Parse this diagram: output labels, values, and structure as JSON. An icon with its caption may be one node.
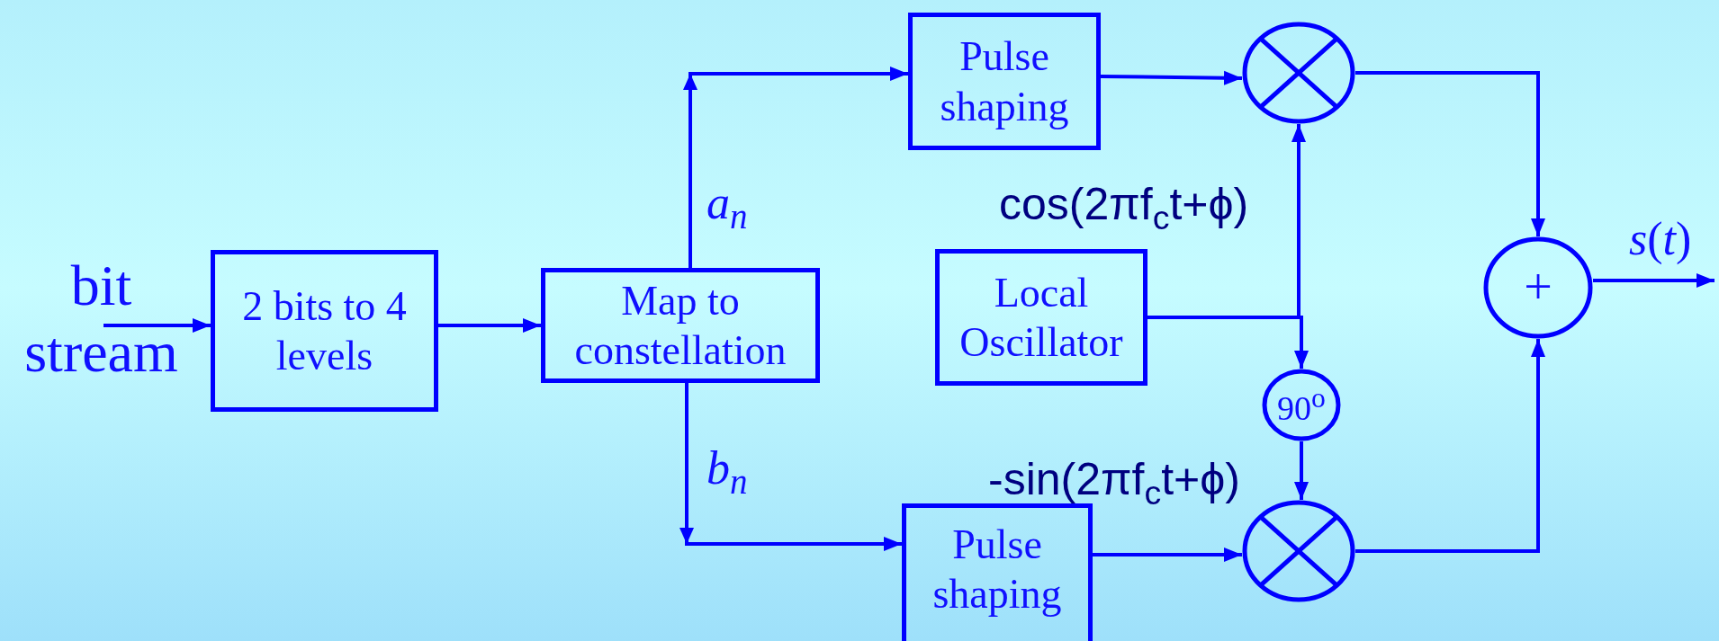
{
  "diagram": {
    "nodes": [
      {
        "text": [
          "bit stream"
        ]
      },
      {
        "text": [
          "2 bits to 4 levels"
        ]
      },
      {
        "text": [
          "Map to constellation"
        ]
      },
      {
        "text": [
          "Pulse shaping"
        ]
      },
      {
        "text": [],
        "shape": "circle"
      },
      {
        "text": [
          "Local Oscillator"
        ]
      },
      {
        "text": [
          "90$^{o}$"
        ]
      },
      {
        "text": [
          "Pulse shaping"
        ]
      },
      {
        "text": [],
        "shape": "circle"
      },
      {
        "text": [
          "+"
        ]
      }
    ],
    "edges": [
      {
        "from": 0,
        "to": 1,
        "arrow": "to"
      },
      {
        "from": 1,
        "to": 2,
        "arrow": "to"
      },
      {
        "from": 2,
        "to": 3,
        "arrow": "to",
        "label": "a$_{n}$"
      },
      {
        "from": 3,
        "to": 4,
        "arrow": "to"
      },
      {
        "from": 5,
        "to": 4,
        "arrow": "to",
        "label": "cos(2πf$_{c}$t+ϕ)"
      },
      {
        "from": 5,
        "to": 6,
        "arrow": "to"
      },
      {
        "from": 6,
        "to": 8,
        "arrow": "to",
        "label": "-sin(2πf$_{c}$t+ϕ)"
      },
      {
        "from": 2,
        "to": 7,
        "arrow": "to",
        "label": "b$_{n}$"
      },
      {
        "from": 7,
        "to": 8,
        "arrow": "to"
      },
      {
        "from": 4,
        "to": 9,
        "arrow": "to"
      },
      {
        "from": 8,
        "to": 9,
        "arrow": "to"
      },
      {
        "from": 9,
        "to": null,
        "arrow": "to",
        "label": "*s*(*t*)"
      }
    ]
  }
}
